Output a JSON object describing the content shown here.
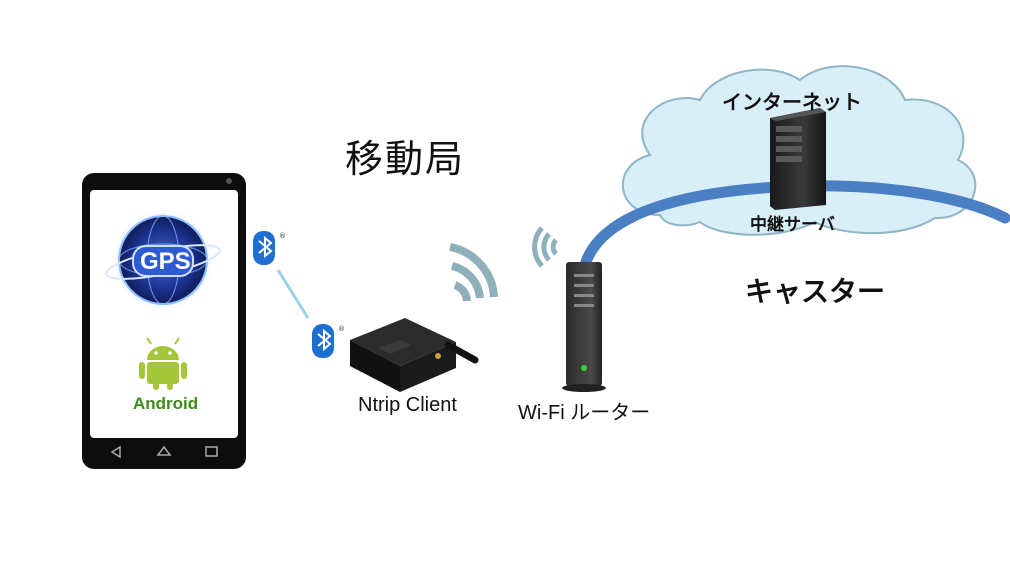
{
  "title": "移動局",
  "phone": {
    "gps_logo_text": "GPS",
    "android_label": "Android"
  },
  "devices": {
    "ntrip_client_label": "Ntrip Client",
    "wifi_router_label": "Wi-Fi ルーター"
  },
  "cloud": {
    "internet_label": "インターネット",
    "relay_server_label": "中継サーバ"
  },
  "caster_label": "キャスター",
  "colors": {
    "cloud_fill": "#d9eff8",
    "cable": "#4a7fc4",
    "bluetooth": "#1f6fd1",
    "wifi_waves": "#8fb0ba",
    "android_green": "#a4c639"
  },
  "icons": [
    "bluetooth-icon",
    "wifi-signal-icon",
    "android-robot-icon",
    "gps-globe-icon",
    "server-icon",
    "router-icon"
  ]
}
